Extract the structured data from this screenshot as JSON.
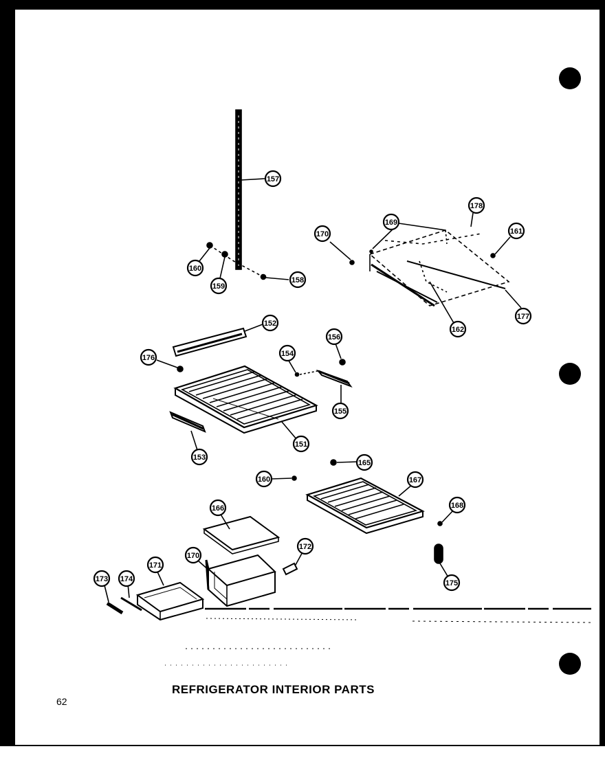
{
  "caption": "REFRIGERATOR INTERIOR PARTS",
  "page_number": "62",
  "callouts": {
    "c157": "157",
    "c160a": "160",
    "c159": "159",
    "c158": "158",
    "c170a": "170",
    "c169": "169",
    "c178": "178",
    "c161": "161",
    "c162": "162",
    "c177": "177",
    "c152": "152",
    "c176": "176",
    "c154": "154",
    "c156": "156",
    "c155": "155",
    "c153": "153",
    "c151": "151",
    "c165": "165",
    "c160b": "160",
    "c167": "167",
    "c168": "168",
    "c166": "166",
    "c172": "172",
    "c170b": "170",
    "c171": "171",
    "c173": "173",
    "c174": "174",
    "c175": "175"
  },
  "colors": {
    "ink": "#000000",
    "paper": "#ffffff"
  }
}
